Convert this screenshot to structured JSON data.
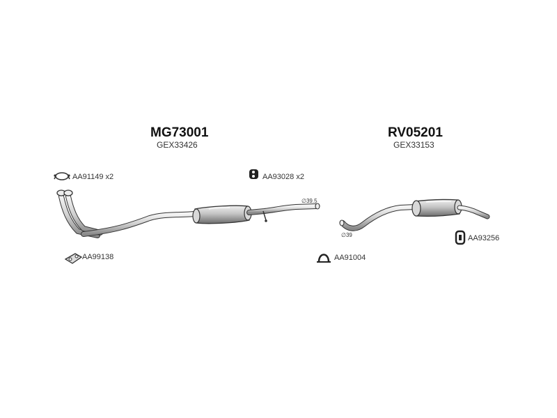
{
  "left_assembly": {
    "code": "MG73001",
    "ref": "GEX33426",
    "parts": {
      "clamp": "AA91149 x2",
      "gasket": "AA99138",
      "rubber": "AA93028 x2"
    },
    "diameter": "∅39.5"
  },
  "right_assembly": {
    "code": "RV05201",
    "ref": "GEX33153",
    "parts": {
      "clamp": "AA91004",
      "rubber": "AA93256"
    },
    "diameter": "∅39"
  }
}
